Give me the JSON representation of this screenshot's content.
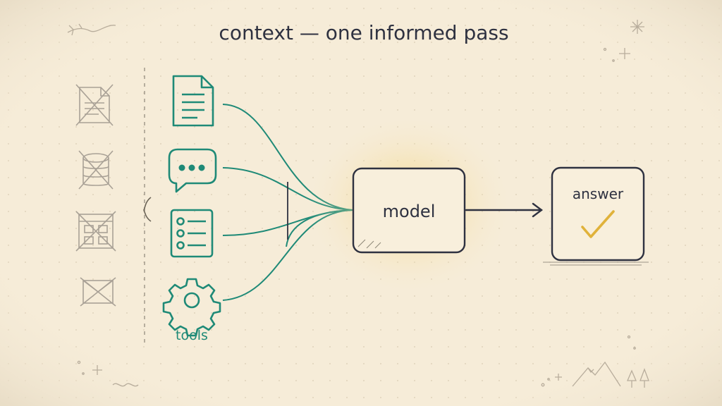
{
  "title": "context — one informed pass",
  "labels": {
    "tools": "tools",
    "model": "model",
    "answer": "answer"
  },
  "colors": {
    "background": "#f6ecd8",
    "paper": "#f8efdc",
    "ink": "#2e3140",
    "teal": "#1f8a77",
    "faded": "#a9a196",
    "gold": "#e0b23a",
    "glow": "#f3cf6a"
  },
  "icons": {
    "left_column": [
      "crossed-document-icon",
      "crossed-database-icon",
      "crossed-window-grid-icon",
      "crossed-box-icon"
    ],
    "context_sources": [
      "document-icon",
      "chat-bubble-icon",
      "checklist-icon",
      "gear-icon"
    ],
    "result": "checkmark-icon"
  }
}
